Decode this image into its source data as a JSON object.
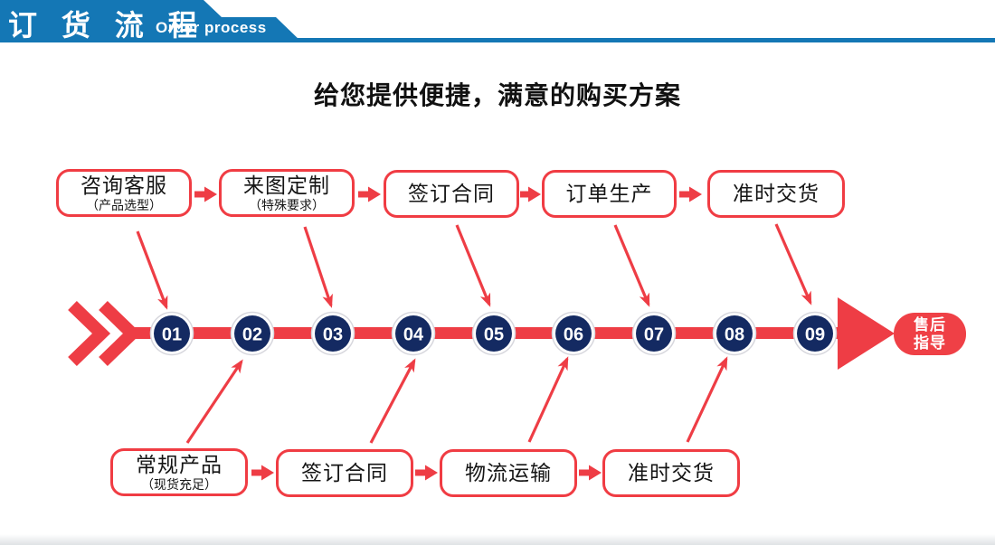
{
  "header": {
    "title_cn": "订 货 流 程",
    "title_en": "Order process"
  },
  "main_title": "给您提供便捷，满意的购买方案",
  "top_flow": {
    "boxes": [
      {
        "label": "咨询客服",
        "sublabel": "（产品选型）"
      },
      {
        "label": "来图定制",
        "sublabel": "（特殊要求）"
      },
      {
        "label": "签订合同",
        "sublabel": ""
      },
      {
        "label": "订单生产",
        "sublabel": ""
      },
      {
        "label": "准时交货",
        "sublabel": ""
      }
    ]
  },
  "bottom_flow": {
    "boxes": [
      {
        "label": "常规产品",
        "sublabel": "（现货充足）"
      },
      {
        "label": "签订合同",
        "sublabel": ""
      },
      {
        "label": "物流运输",
        "sublabel": ""
      },
      {
        "label": "准时交货",
        "sublabel": ""
      }
    ]
  },
  "timeline": {
    "steps": [
      "01",
      "02",
      "03",
      "04",
      "05",
      "06",
      "07",
      "08",
      "09"
    ],
    "end_badge": {
      "line1": "售后",
      "line2": "指导"
    }
  },
  "colors": {
    "header_blue": "#1477b5",
    "flow_red": "#ee3d45",
    "circle_navy": "#142a62",
    "text_black": "#111111"
  }
}
